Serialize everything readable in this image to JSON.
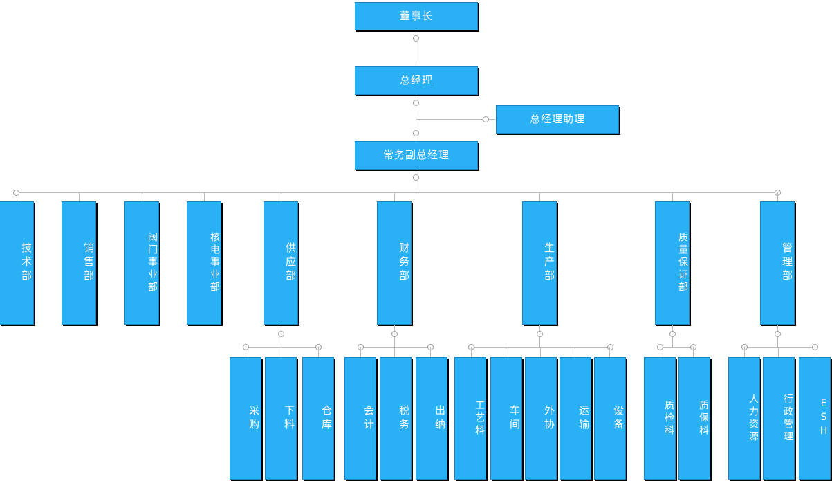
{
  "chart_title": "",
  "nodes": {
    "chairman": "董事长",
    "general_manager": "总经理",
    "gm_assistant": "总经理助理",
    "exec_vice_gm": "常务副总经理"
  },
  "departments": [
    {
      "id": "tech",
      "label": "技术部"
    },
    {
      "id": "sales",
      "label": "销售部"
    },
    {
      "id": "valve",
      "label": "阀门事业部"
    },
    {
      "id": "nuclear",
      "label": "核电事业部"
    },
    {
      "id": "supply",
      "label": "供应部"
    },
    {
      "id": "finance",
      "label": "财务部"
    },
    {
      "id": "production",
      "label": "生产部"
    },
    {
      "id": "quality",
      "label": "质量保证部"
    },
    {
      "id": "management",
      "label": "管理部"
    }
  ],
  "sub_units": {
    "supply": [
      "采购",
      "下料",
      "仓库"
    ],
    "finance": [
      "会计",
      "税务",
      "出纳"
    ],
    "production": [
      "工艺料",
      "车间",
      "外协",
      "运输",
      "设备"
    ],
    "quality": [
      "质检科",
      "质保科"
    ],
    "management": [
      "人力资源",
      "行政管理",
      "ESH"
    ]
  },
  "colors": {
    "node_fill": "#2ab0f4",
    "node_border": "#1b82c4",
    "node_shadow": "#000000",
    "connector": "#b9b9b9",
    "text": "#ffffff"
  }
}
